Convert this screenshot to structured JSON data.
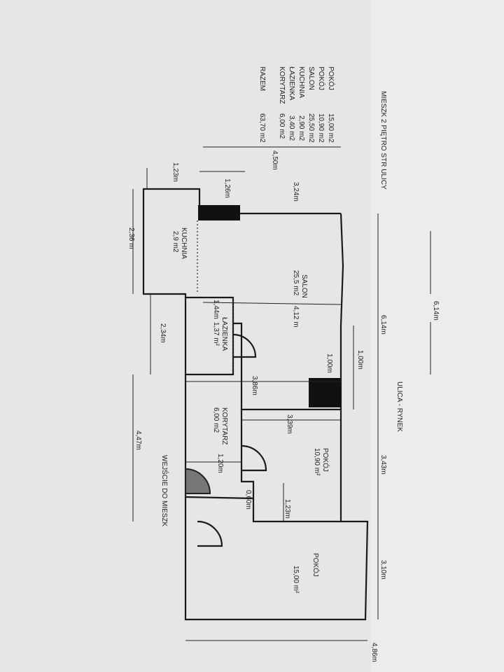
{
  "title": "MIESZK 2 PIĘTRO STR ULICY",
  "street": "ULICA - RYNEK",
  "legend": [
    {
      "name": "POKÓJ",
      "area": "15,00 m2"
    },
    {
      "name": "POKÓJ",
      "area": "10,90 m2"
    },
    {
      "name": "SALON",
      "area": "25,50 m2"
    },
    {
      "name": "KUCHNIA",
      "area": "2,90 m2"
    },
    {
      "name": "ŁAZIENKA",
      "area": "3,40 m2"
    },
    {
      "name": "KORYTARZ",
      "area": "6,00 m2"
    }
  ],
  "total": {
    "name": "RAZEM",
    "area": "63,70 m2"
  },
  "rooms": {
    "salon": {
      "name": "SALON",
      "area": "25,5 m2"
    },
    "kuchnia": {
      "name": "KUCHNIA",
      "area": "2,9 m2"
    },
    "lazienka": {
      "name": "ŁAZIENKA",
      "area": "1,37 m²"
    },
    "korytarz": {
      "name": "KORYTARZ",
      "area": "6,00 m2"
    },
    "pokoj1": {
      "name": "POKÓJ",
      "area": "10,90 m²"
    },
    "pokoj2": {
      "name": "POKÓJ",
      "area": "15,00 m²"
    },
    "entrance": "WEJŚCIE DO MIESZK"
  },
  "dims": {
    "top": "6,14m",
    "total_top": "6,14m",
    "d450": "4,50m",
    "d324": "3,24m",
    "d126": "1,26m",
    "d123a": "1,23m",
    "d236": "2,36 m",
    "d412": "4,12 m",
    "d144": "1,44m",
    "d234": "2,34m",
    "d100a": "1,00m",
    "d100b": "1,00m",
    "d386": "3,86m",
    "d339": "3,39m",
    "d343": "3,43m",
    "d120": "1,20m",
    "d060": "0,60m",
    "d123b": "1,23m",
    "d447": "4,47m",
    "d310": "3,10m",
    "d486": "4,86m"
  }
}
